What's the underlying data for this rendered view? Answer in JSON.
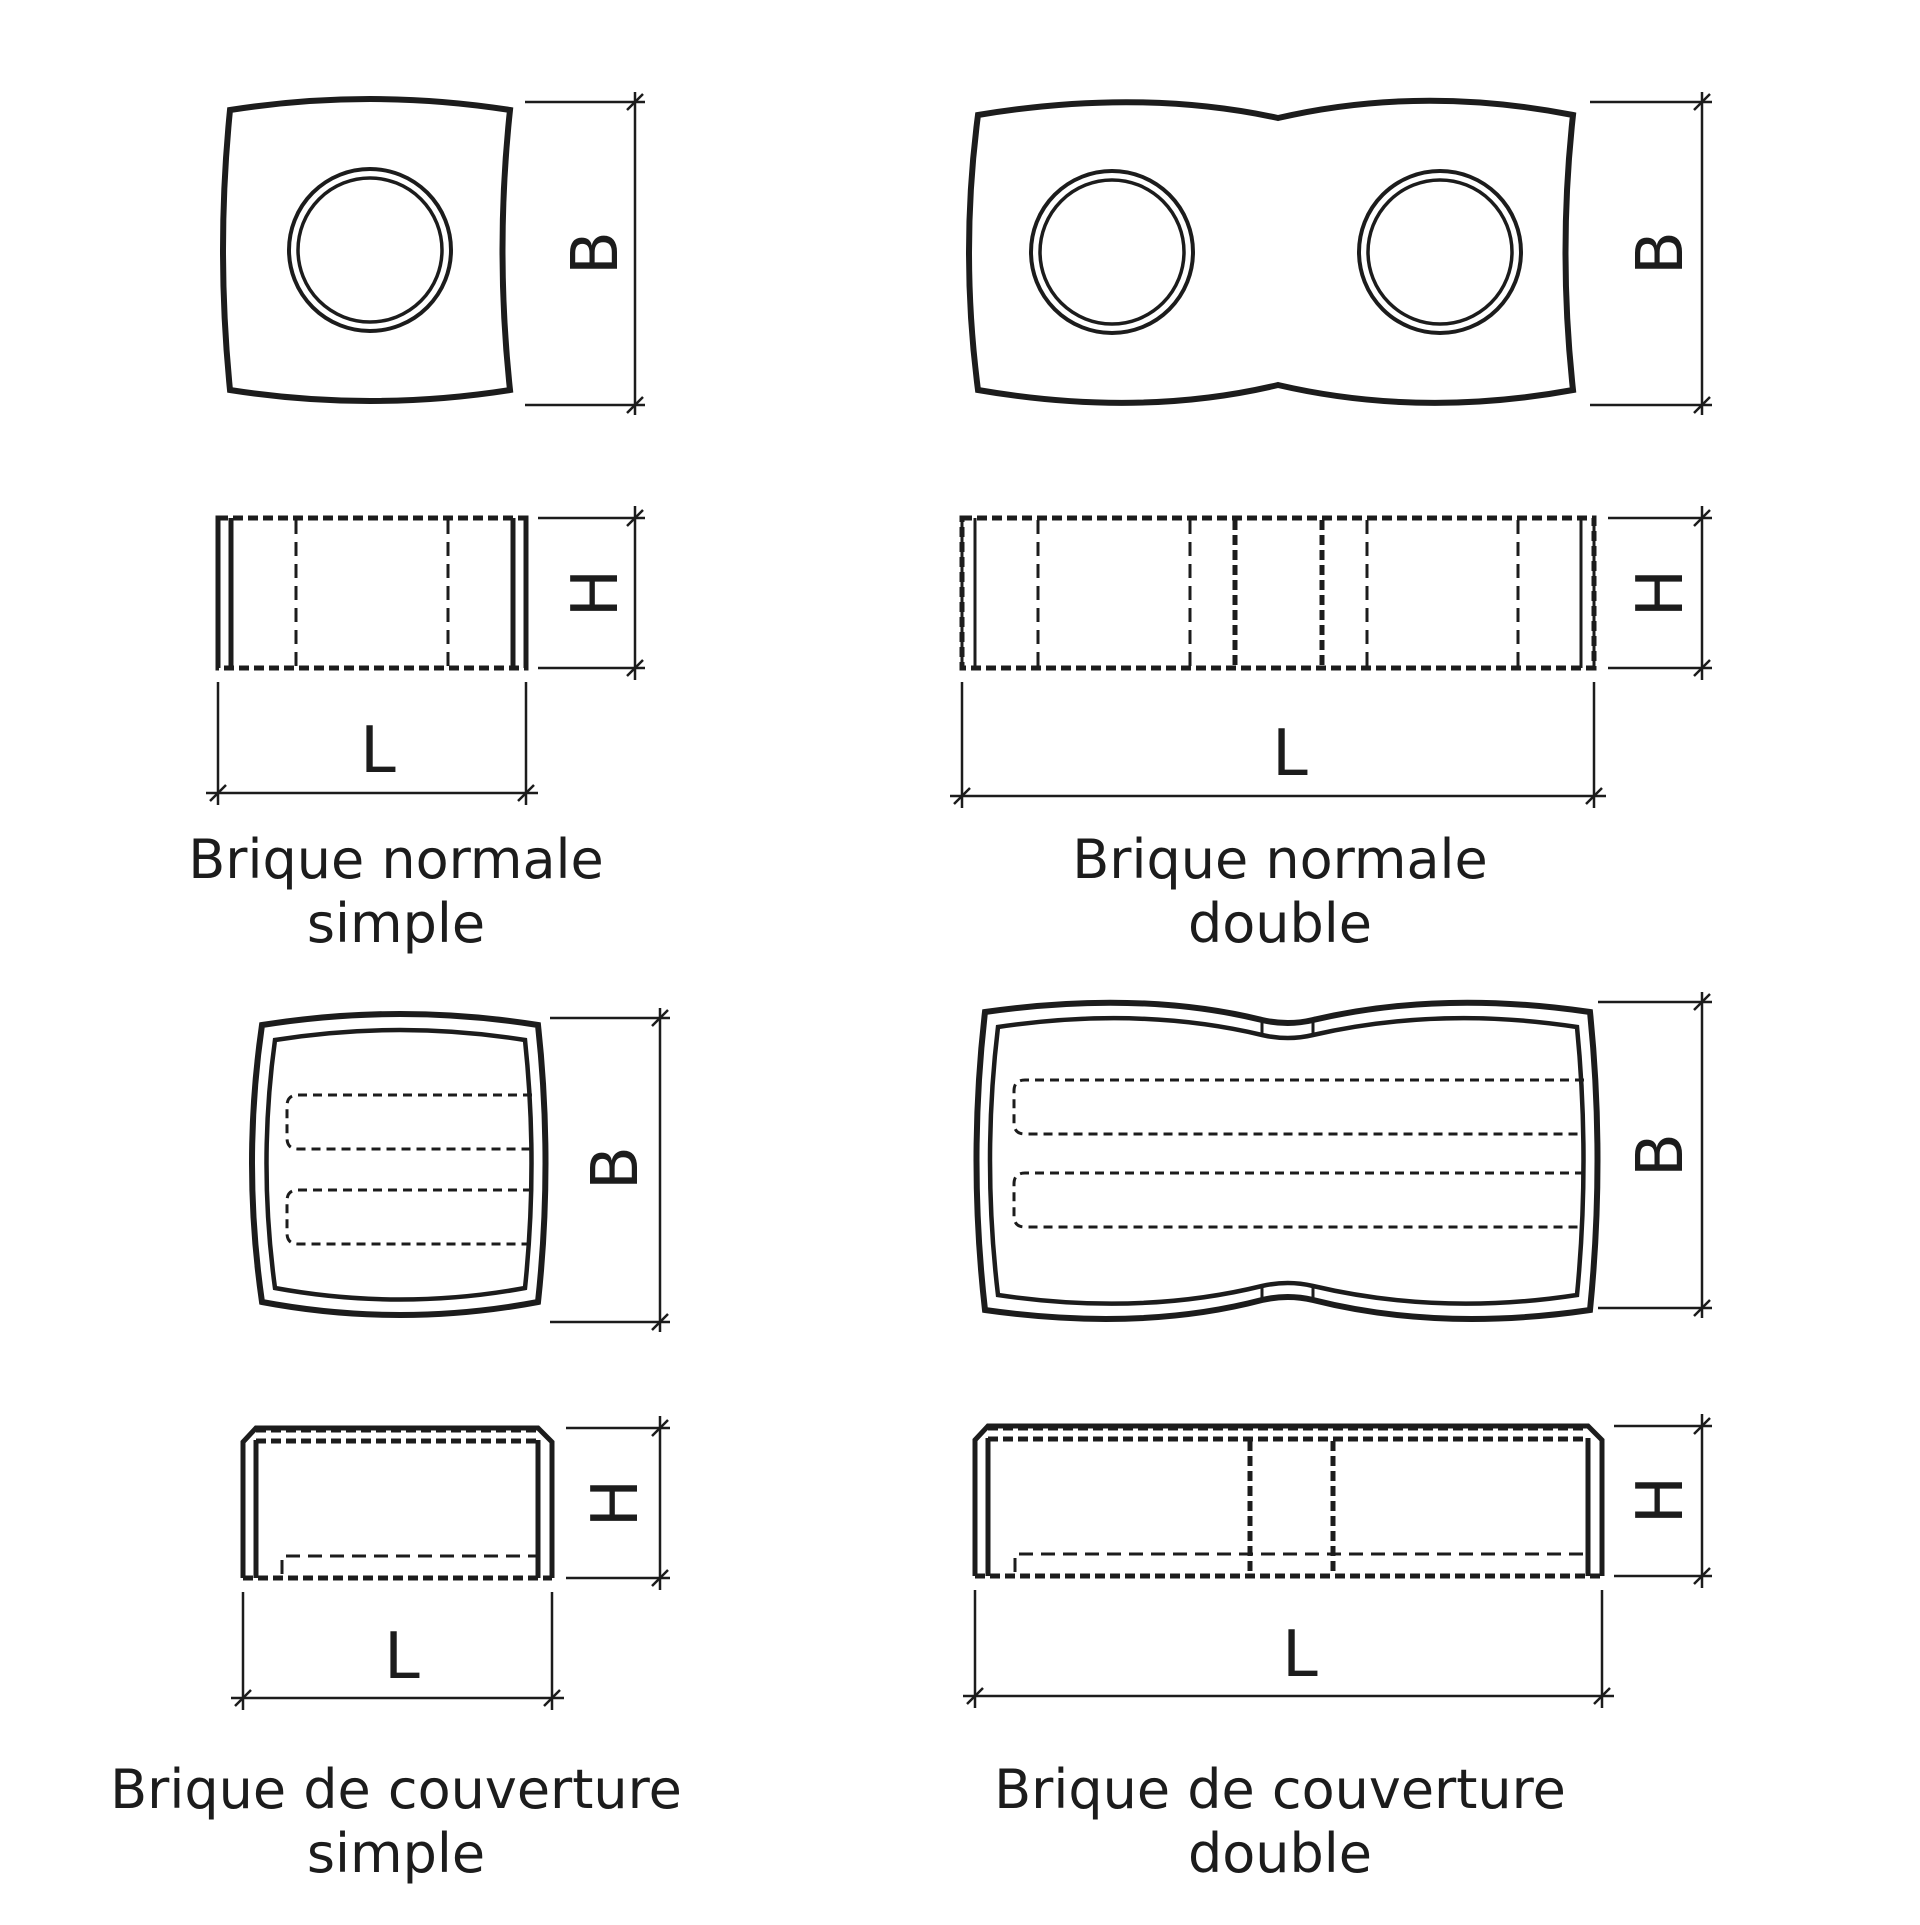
{
  "diagrams": {
    "normal_simple": {
      "caption_line1": "Brique normale",
      "caption_line2": "simple",
      "dim_width": "B",
      "dim_height": "H",
      "dim_length": "L"
    },
    "normal_double": {
      "caption_line1": "Brique normale",
      "caption_line2": "double",
      "dim_width": "B",
      "dim_height": "H",
      "dim_length": "L"
    },
    "cover_simple": {
      "caption_line1": "Brique de couverture",
      "caption_line2": "simple",
      "dim_width": "B",
      "dim_height": "H",
      "dim_length": "L"
    },
    "cover_double": {
      "caption_line1": "Brique de couverture",
      "caption_line2": "double",
      "dim_width": "B",
      "dim_height": "H",
      "dim_length": "L"
    }
  }
}
